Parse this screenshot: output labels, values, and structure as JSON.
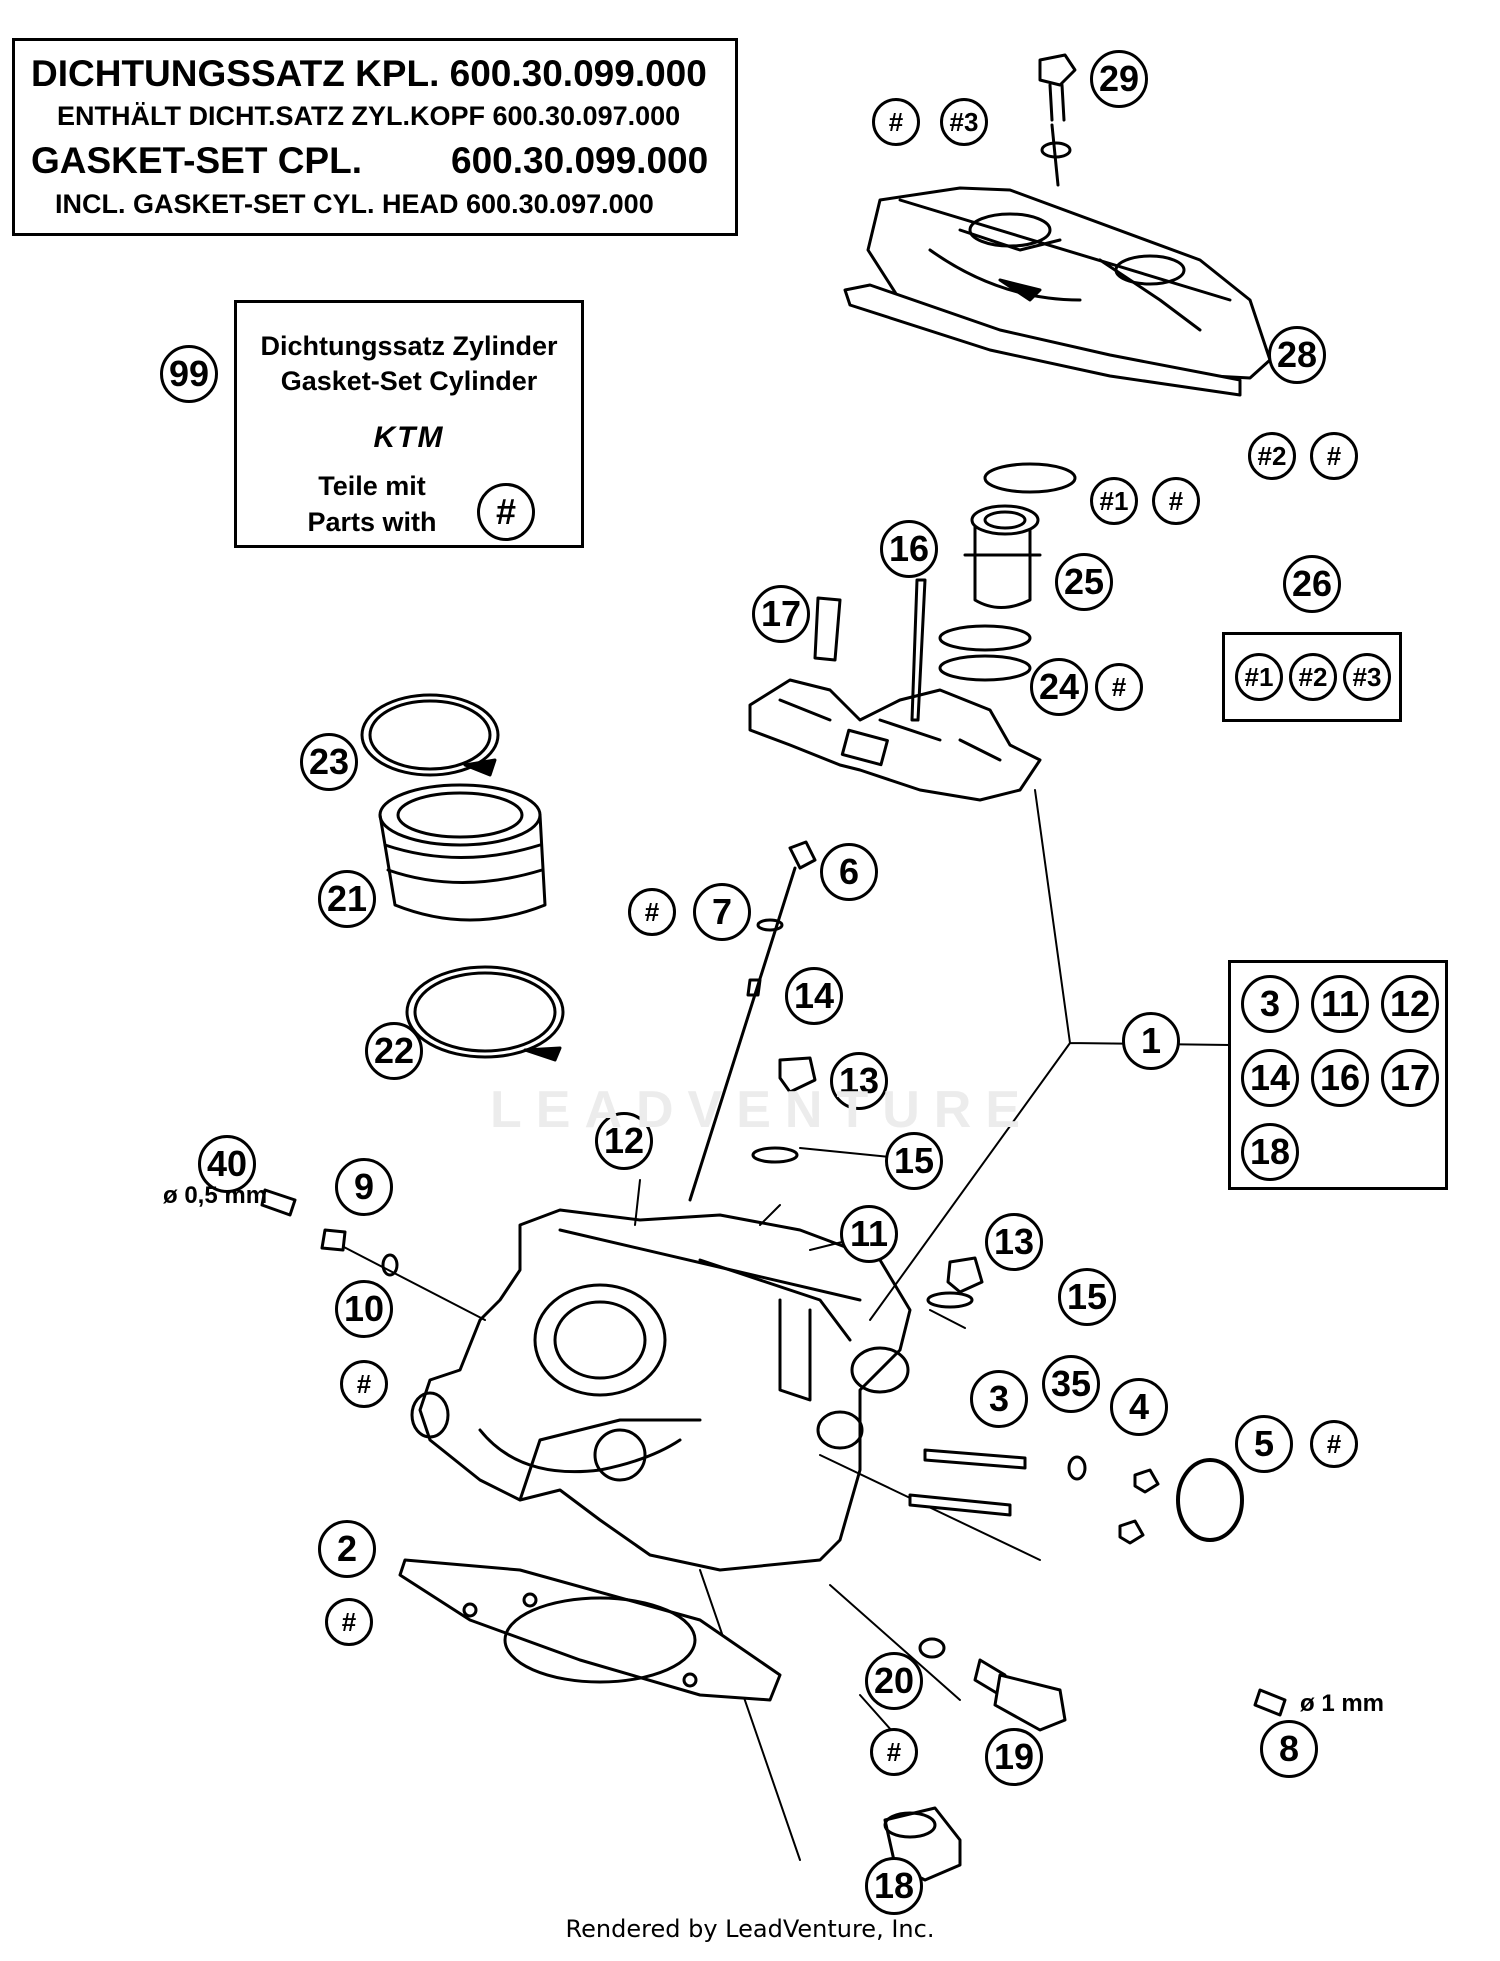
{
  "gasket_set": {
    "line1": "DICHTUNGSSATZ KPL. 600.30.099.000",
    "line2": "ENTHÄLT DICHT.SATZ ZYL.KOPF 600.30.097.000",
    "line3_label": "GASKET-SET CPL.",
    "line3_number": "600.30.099.000",
    "line4": "INCL. GASKET-SET CYL. HEAD 600.30.097.000"
  },
  "kit_box": {
    "title_de": "Dichtungssatz Zylinder",
    "title_en": "Gasket-Set Cylinder",
    "logo": "KTM",
    "parts_de": "Teile mit",
    "parts_en": "Parts with",
    "parts_marker": "#",
    "callout": "99"
  },
  "group_26": {
    "label": "26",
    "items": [
      "#1",
      "#2",
      "#3"
    ]
  },
  "group_1": {
    "label": "1",
    "items": [
      "3",
      "11",
      "12",
      "14",
      "16",
      "17",
      "18"
    ]
  },
  "callouts": {
    "c29": "29",
    "c28": "28",
    "c25": "25",
    "c24": "24",
    "c23": "23",
    "c21": "21",
    "c22": "22",
    "c17": "17",
    "c16": "16",
    "c6": "6",
    "c7": "7",
    "c14": "14",
    "c13a": "13",
    "c13b": "13",
    "c15a": "15",
    "c15b": "15",
    "c12": "12",
    "c11": "11",
    "c40": "40",
    "c9": "9",
    "c10": "10",
    "c3": "3",
    "c35": "35",
    "c4": "4",
    "c5": "5",
    "c2": "2",
    "c20": "20",
    "c19": "19",
    "c8": "8",
    "c18": "18",
    "m_hash": "#",
    "m_hash3": "#3",
    "m_hash2": "#2",
    "m_hash1": "#1"
  },
  "notes": {
    "d05": "ø 0,5 mm",
    "d1": "ø 1 mm"
  },
  "watermark": "LEADVENTURE",
  "footer": "Rendered by LeadVenture, Inc."
}
